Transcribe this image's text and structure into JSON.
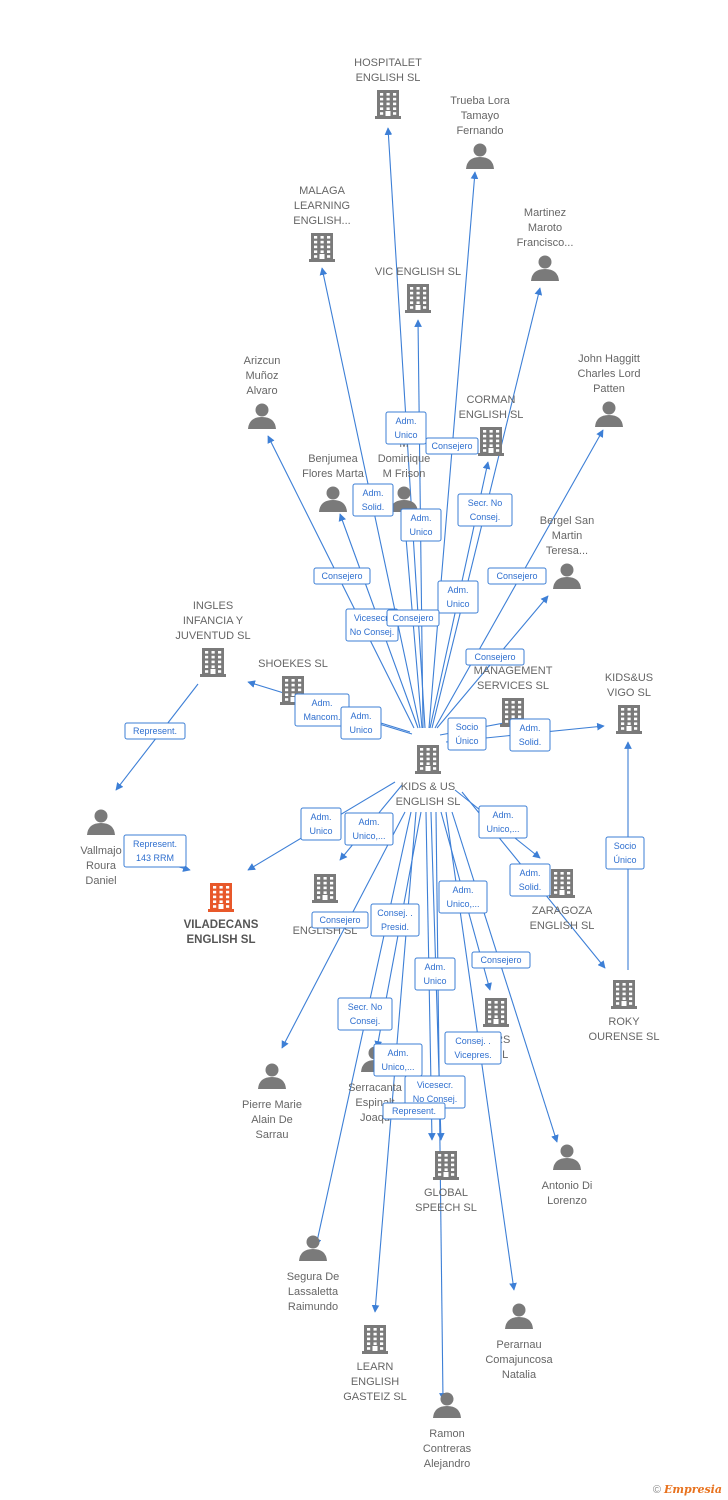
{
  "colors": {
    "edge": "#3d7fd6",
    "node": "#7a7a7a",
    "highlight": "#e8582a",
    "label": "#666666"
  },
  "nodes": [
    {
      "id": "hospitalet",
      "kind": "company",
      "lines": [
        "HOSPITALET",
        "ENGLISH  SL"
      ]
    },
    {
      "id": "trueba",
      "kind": "person",
      "lines": [
        "Trueba Lora",
        "Tamayo",
        "Fernando"
      ]
    },
    {
      "id": "malaga",
      "kind": "company",
      "lines": [
        "MALAGA",
        "LEARNING",
        "ENGLISH..."
      ]
    },
    {
      "id": "martinez",
      "kind": "person",
      "lines": [
        "Martinez",
        "Maroto",
        "Francisco..."
      ]
    },
    {
      "id": "vic",
      "kind": "company",
      "lines": [
        "VIC ENGLISH SL"
      ]
    },
    {
      "id": "john",
      "kind": "person",
      "lines": [
        "John Haggitt",
        "Charles Lord",
        "Patten"
      ]
    },
    {
      "id": "arizcun",
      "kind": "person",
      "lines": [
        "Arizcun",
        "Muñoz",
        "Alvaro"
      ]
    },
    {
      "id": "corman",
      "kind": "company",
      "lines": [
        "CORMAN",
        "ENGLISH  SL"
      ]
    },
    {
      "id": "benjumea",
      "kind": "person",
      "lines": [
        "Benjumea",
        "Flores Marta"
      ]
    },
    {
      "id": "dominique",
      "kind": "person",
      "lines": [
        "M",
        "Dominique",
        "M Frison"
      ]
    },
    {
      "id": "bergel",
      "kind": "person",
      "lines": [
        "Bergel San",
        "Martin",
        "Teresa..."
      ]
    },
    {
      "id": "ingles",
      "kind": "company",
      "lines": [
        "INGLES",
        "INFANCIA Y",
        "JUVENTUD  SL"
      ]
    },
    {
      "id": "shoekes",
      "kind": "company",
      "lines": [
        "SHOEKES SL"
      ]
    },
    {
      "id": "management",
      "kind": "company",
      "lines": [
        "MANAGEMENT",
        "SERVICES SL"
      ]
    },
    {
      "id": "kidsvigo",
      "kind": "company",
      "lines": [
        "KIDS&US",
        "VIGO  SL"
      ]
    },
    {
      "id": "center",
      "kind": "company",
      "lines": [
        "KIDS & US",
        "ENGLISH SL"
      ]
    },
    {
      "id": "vallmajo",
      "kind": "person",
      "lines": [
        "Vallmajo",
        "Roura",
        "Daniel"
      ]
    },
    {
      "id": "viladecans",
      "kind": "company-hl",
      "lines": [
        "VILADECANS",
        "ENGLISH  SL"
      ]
    },
    {
      "id": "ga",
      "kind": "company",
      "lines": [
        "GA",
        "ENGLISH SL"
      ]
    },
    {
      "id": "zaragoza",
      "kind": "company",
      "lines": [
        "ZARAGOZA",
        "ENGLISH SL"
      ]
    },
    {
      "id": "roky",
      "kind": "company",
      "lines": [
        "ROKY",
        "OURENSE SL"
      ]
    },
    {
      "id": "travellers",
      "kind": "company",
      "lines": [
        "LERS",
        "H SL"
      ]
    },
    {
      "id": "pierre",
      "kind": "person",
      "lines": [
        "Pierre Marie",
        "Alain De",
        "Sarrau"
      ]
    },
    {
      "id": "serracanta",
      "kind": "person",
      "lines": [
        "Serracanta",
        "Espinalt",
        "Joaqu"
      ]
    },
    {
      "id": "global",
      "kind": "company",
      "lines": [
        "GLOBAL",
        "SPEECH SL"
      ]
    },
    {
      "id": "antonio",
      "kind": "person",
      "lines": [
        "Antonio Di",
        "Lorenzo"
      ]
    },
    {
      "id": "segura",
      "kind": "person",
      "lines": [
        "Segura De",
        "Lassaletta",
        "Raimundo"
      ]
    },
    {
      "id": "learn",
      "kind": "company",
      "lines": [
        "LEARN",
        "ENGLISH",
        "GASTEIZ SL"
      ]
    },
    {
      "id": "perarnau",
      "kind": "person",
      "lines": [
        "Perarnau",
        "Comajuncosa",
        "Natalia"
      ]
    },
    {
      "id": "ramon",
      "kind": "person",
      "lines": [
        "Ramon",
        "Contreras",
        "Alejandro"
      ]
    }
  ],
  "relations": [
    {
      "id": "r1",
      "lines": [
        "Adm.",
        "Unico"
      ]
    },
    {
      "id": "r2",
      "lines": [
        "Consejero"
      ]
    },
    {
      "id": "r3",
      "lines": [
        "Adm.",
        "Solid."
      ]
    },
    {
      "id": "r4",
      "lines": [
        "Adm.",
        "Unico"
      ]
    },
    {
      "id": "r5",
      "lines": [
        "Secr.  No",
        "Consej."
      ]
    },
    {
      "id": "r6",
      "lines": [
        "Consejero"
      ]
    },
    {
      "id": "r7",
      "lines": [
        "Consejero"
      ]
    },
    {
      "id": "r8",
      "lines": [
        "Adm.",
        "Unico"
      ]
    },
    {
      "id": "r9",
      "lines": [
        "Vicesecr.",
        "No Consej."
      ]
    },
    {
      "id": "r10",
      "lines": [
        "Consejero"
      ]
    },
    {
      "id": "r11",
      "lines": [
        "Consejero"
      ]
    },
    {
      "id": "r12",
      "lines": [
        "Represent."
      ]
    },
    {
      "id": "r13",
      "lines": [
        "Adm.",
        "Mancom."
      ]
    },
    {
      "id": "r14",
      "lines": [
        "Adm.",
        "Unico"
      ]
    },
    {
      "id": "r15",
      "lines": [
        "Socio",
        "Único"
      ]
    },
    {
      "id": "r16",
      "lines": [
        "Adm.",
        "Solid."
      ]
    },
    {
      "id": "r17",
      "lines": [
        "Adm.",
        "Unico"
      ]
    },
    {
      "id": "r18",
      "lines": [
        "Adm.",
        "Unico,..."
      ]
    },
    {
      "id": "r19",
      "lines": [
        "Adm.",
        "Unico,..."
      ]
    },
    {
      "id": "r20",
      "lines": [
        "Represent.",
        "143 RRM"
      ]
    },
    {
      "id": "r21",
      "lines": [
        "Adm.",
        "Solid."
      ]
    },
    {
      "id": "r22",
      "lines": [
        "Socio",
        "Único"
      ]
    },
    {
      "id": "r23",
      "lines": [
        "Adm.",
        "Unico,..."
      ]
    },
    {
      "id": "r24",
      "lines": [
        "Consejero"
      ]
    },
    {
      "id": "r25",
      "lines": [
        "Consej. .",
        "Presid."
      ]
    },
    {
      "id": "r26",
      "lines": [
        "Consejero"
      ]
    },
    {
      "id": "r27",
      "lines": [
        "Adm.",
        "Unico"
      ]
    },
    {
      "id": "r28",
      "lines": [
        "Secr.  No",
        "Consej."
      ]
    },
    {
      "id": "r29",
      "lines": [
        "Consej. .",
        "Vicepres."
      ]
    },
    {
      "id": "r30",
      "lines": [
        "Adm.",
        "Unico,..."
      ]
    },
    {
      "id": "r31",
      "lines": [
        "Vicesecr.",
        "No Consej."
      ]
    },
    {
      "id": "r32",
      "lines": [
        "Represent."
      ]
    }
  ],
  "footer": {
    "copyright": "©",
    "brand": "Empresia"
  }
}
